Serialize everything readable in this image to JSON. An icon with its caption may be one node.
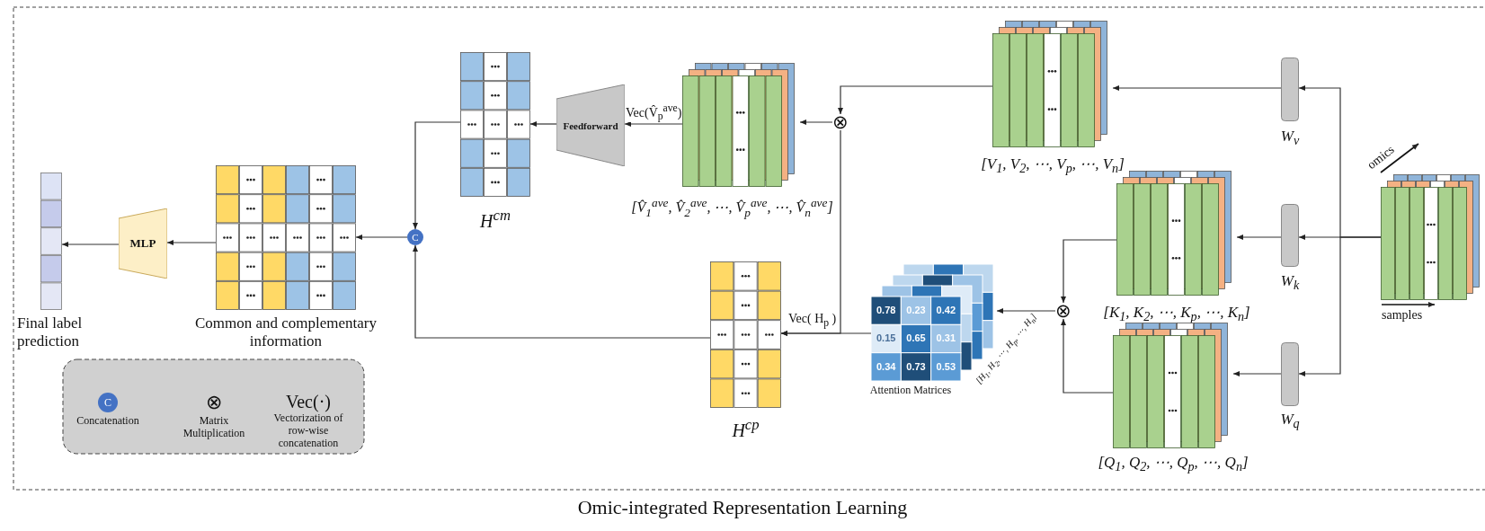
{
  "diagram": {
    "caption": "Omic-integrated Representation Learning",
    "nodes": [
      {
        "text": [
          "Final label prediction"
        ]
      },
      {
        "text": [
          "MLP"
        ]
      },
      {
        "text": [
          "Common and complementary information"
        ]
      },
      {
        "text": [
          "C"
        ]
      },
      {
        "text": [
          "H$^{cm}$"
        ]
      },
      {
        "text": [
          "Feedforward"
        ]
      },
      {
        "text": [
          "[V̂$_{1}$$^{ave}$, V̂$_{2}$$^{ave}$, ⋯, V̂$_{p}$$^{ave}$, ⋯, V̂$_{n}$$^{ave}$]"
        ]
      },
      {
        "text": [
          "⊗"
        ]
      },
      {
        "text": [
          "[V$_{1}$, V$_{2}$, ⋯, V$_{p}$, ⋯, V$_{n}$]"
        ]
      },
      {
        "text": [
          "W$_{v}$"
        ]
      },
      {
        "text": [
          "H$^{cp}$"
        ]
      },
      {
        "text": [
          "0.78",
          "0.23",
          "0.42",
          "0.15",
          "0.65",
          "0.31",
          "0.34",
          "0.73",
          "0.53",
          "Attention Matrices",
          "[H$_{1}$, H$_{2}$, ⋯, H$_{p}$, ⋯, H$_{n}$]"
        ]
      },
      {
        "text": [
          "⊗"
        ]
      },
      {
        "text": [
          "[K$_{1}$, K$_{2}$, ⋯, K$_{p}$, ⋯, K$_{n}$]"
        ]
      },
      {
        "text": [
          "W$_{k}$"
        ]
      },
      {
        "text": [
          "[Q$_{1}$, Q$_{2}$, ⋯, Q$_{p}$, ⋯, Q$_{n}$]"
        ]
      },
      {
        "text": [
          "W$_{q}$"
        ]
      },
      {
        "text": [],
        "shape": "box",
        "beside": [
          "omics",
          "samples"
        ]
      }
    ],
    "edges": [
      {
        "from": 17,
        "to": 14,
        "arrow": "to"
      },
      {
        "from": 17,
        "to": 9,
        "arrow": "to"
      },
      {
        "from": 17,
        "to": 16,
        "arrow": "to"
      },
      {
        "from": 9,
        "to": 8,
        "arrow": "to"
      },
      {
        "from": 14,
        "to": 13,
        "arrow": "to"
      },
      {
        "from": 16,
        "to": 15,
        "arrow": "to"
      },
      {
        "from": 13,
        "to": 12,
        "arrow": "to"
      },
      {
        "from": 15,
        "to": 12,
        "arrow": "to"
      },
      {
        "from": 12,
        "to": 11,
        "arrow": "to"
      },
      {
        "from": 8,
        "to": 7,
        "arrow": "to"
      },
      {
        "from": 7,
        "to": 6,
        "arrow": "to"
      },
      {
        "from": 7,
        "to": 10,
        "arrow": "to"
      },
      {
        "from": 11,
        "to": 10,
        "arrow": "to",
        "label": "Vec( H$_{p}$ )"
      },
      {
        "from": 6,
        "to": 5,
        "arrow": "to",
        "label": "Vec(V̂$_{p}$$^{ave}$)"
      },
      {
        "from": 5,
        "to": 4,
        "arrow": "to"
      },
      {
        "from": 4,
        "to": 3,
        "arrow": "to"
      },
      {
        "from": 10,
        "to": 3,
        "arrow": "to"
      },
      {
        "from": 3,
        "to": 2,
        "arrow": "to"
      },
      {
        "from": 2,
        "to": 1,
        "arrow": "to"
      },
      {
        "from": 1,
        "to": 0,
        "arrow": "to"
      }
    ],
    "labels": [
      "C",
      "Concatenation",
      "⊗",
      "Matrix Multiplication",
      "Vec(·)",
      "Vectorization of row-wise concatenation"
    ]
  }
}
